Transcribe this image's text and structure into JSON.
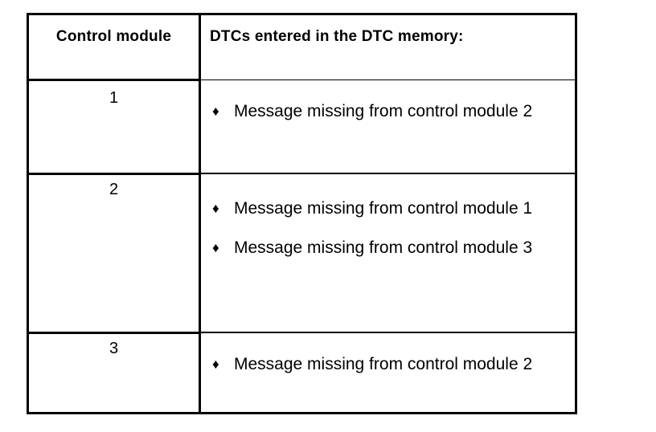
{
  "table": {
    "headers": {
      "control_module": "Control module",
      "dtc_memory": "DTCs entered in the DTC memory:"
    },
    "bullet_glyph": "♦",
    "rows": [
      {
        "module": "1",
        "dtcs": [
          "Message missing from control module 2"
        ]
      },
      {
        "module": "2",
        "dtcs": [
          "Message missing from control module 1",
          "Message missing from control module 3"
        ]
      },
      {
        "module": "3",
        "dtcs": [
          "Message missing from control module 2"
        ]
      }
    ]
  },
  "colors": {
    "ink": "#000000",
    "paper": "#ffffff"
  }
}
